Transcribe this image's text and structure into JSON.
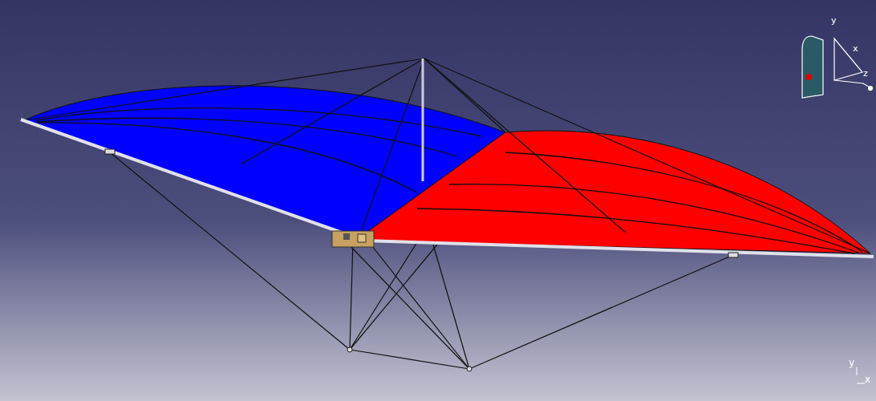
{
  "diagram": {
    "labels": [
      "y",
      "x",
      "z",
      "y",
      "x"
    ]
  }
}
